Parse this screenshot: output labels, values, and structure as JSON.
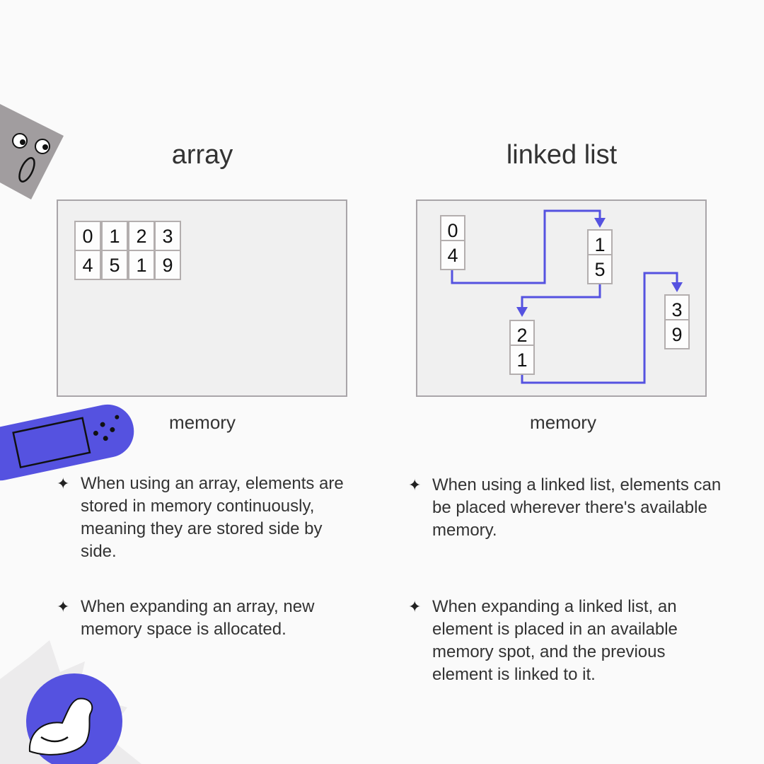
{
  "array_panel": {
    "title": "array",
    "memory_label": "memory",
    "row1": [
      "0",
      "1",
      "2",
      "3"
    ],
    "row2": [
      "4",
      "5",
      "1",
      "9"
    ]
  },
  "linked_panel": {
    "title": "linked list",
    "memory_label": "memory",
    "nodes": [
      {
        "top": "0",
        "bottom": "4"
      },
      {
        "top": "1",
        "bottom": "5"
      },
      {
        "top": "2",
        "bottom": "1"
      },
      {
        "top": "3",
        "bottom": "9"
      }
    ]
  },
  "bullet_symbol": "✦",
  "array_notes": [
    "When using an array, elements are stored in memory continuously, meaning they are stored side by side.",
    "When expanding an array, new memory space is allocated."
  ],
  "linked_notes": [
    "When using a linked list, elements can be placed wherever there's available memory.",
    "When expanding a linked list, an element is placed in an available memory spot, and the previous element is linked to it."
  ],
  "colors": {
    "accent": "#5552e0",
    "grey_sticker": "#a19d9f",
    "memory_bg": "#f0f0f0",
    "memory_border": "#a9a5a9"
  }
}
